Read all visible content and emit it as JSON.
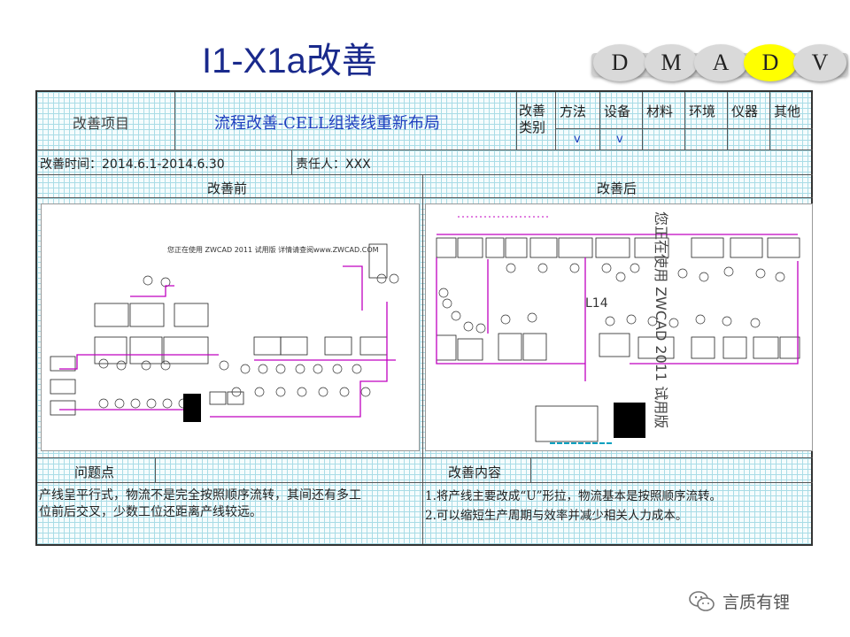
{
  "page_title": "I1-X1a改善",
  "dmadv": {
    "tabs": [
      "D",
      "M",
      "A",
      "D",
      "V"
    ],
    "active_index": 3,
    "active_color": "#ffff00"
  },
  "form": {
    "project_label": "改善项目",
    "project_value": "流程改善-CELL组装线重新布局",
    "category_label": "改善类别",
    "categories": [
      {
        "label": "方法",
        "checked": "v"
      },
      {
        "label": "设备",
        "checked": "v"
      },
      {
        "label": "材料",
        "checked": ""
      },
      {
        "label": "环境",
        "checked": ""
      },
      {
        "label": "仪器",
        "checked": ""
      },
      {
        "label": "其他",
        "checked": ""
      }
    ],
    "time_label": "改善时间：2014.6.1-2014.6.30",
    "owner_label": "责任人：XXX",
    "before_label": "改善前",
    "after_label": "改善后",
    "before_watermark": "您正在使用 ZWCAD 2011 试用版 详情请查阅www.ZWCAD.COM",
    "after_watermark": "您正在使用 ZWCAD 2011 试用版",
    "after_zone_label": "L14",
    "problem_label": "问题点",
    "problem_text_1": "产线呈平行式，物流不是完全按照顺序流转，其间还有多工",
    "problem_text_2": "位前后交叉，少数工位还距离产线较远。",
    "content_label": "改善内容",
    "content_text_1": "1.将产线主要改成“U”形拉，物流基本是按照顺序流转。",
    "content_text_2": "2.可以缩短生产周期与效率并减少相关人力成本。"
  },
  "footer": {
    "brand": "言质有锂",
    "icon": "wechat-icon"
  },
  "colors": {
    "title_blue": "#1a2a8c",
    "flow_magenta": "#c000c0",
    "grid_cyan": "#a9dce6"
  }
}
